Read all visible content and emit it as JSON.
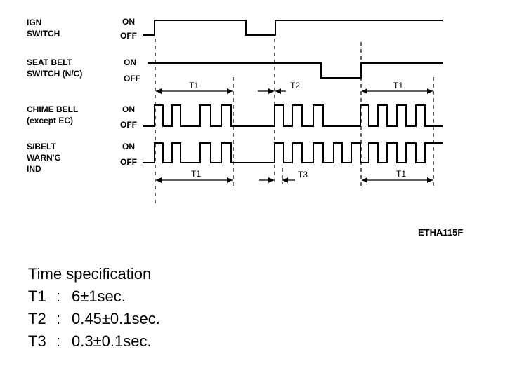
{
  "signals": [
    {
      "name_lines": [
        "IGN",
        "SWITCH"
      ],
      "on_label": "ON",
      "off_label": "OFF"
    },
    {
      "name_lines": [
        "SEAT BELT",
        "SWITCH (N/C)"
      ],
      "on_label": "ON",
      "off_label": "OFF"
    },
    {
      "name_lines": [
        "CHIME BELL",
        "(except EC)"
      ],
      "on_label": "ON",
      "off_label": "OFF"
    },
    {
      "name_lines": [
        "S/BELT",
        "WARN'G",
        "IND"
      ],
      "on_label": "ON",
      "off_label": "OFF"
    }
  ],
  "intervals": {
    "seatbelt": [
      "T1",
      "T2",
      "T1"
    ],
    "indicator": [
      "T1",
      "T3",
      "T1"
    ]
  },
  "figure_code": "ETHA115F",
  "spec": {
    "title": "Time specification",
    "rows": [
      {
        "key": "T1",
        "sep": ":",
        "value": "6±1sec."
      },
      {
        "key": "T2",
        "sep": ":",
        "value": "0.45±0.1sec."
      },
      {
        "key": "T3",
        "sep": ":",
        "value": "0.3±0.1sec."
      }
    ]
  }
}
